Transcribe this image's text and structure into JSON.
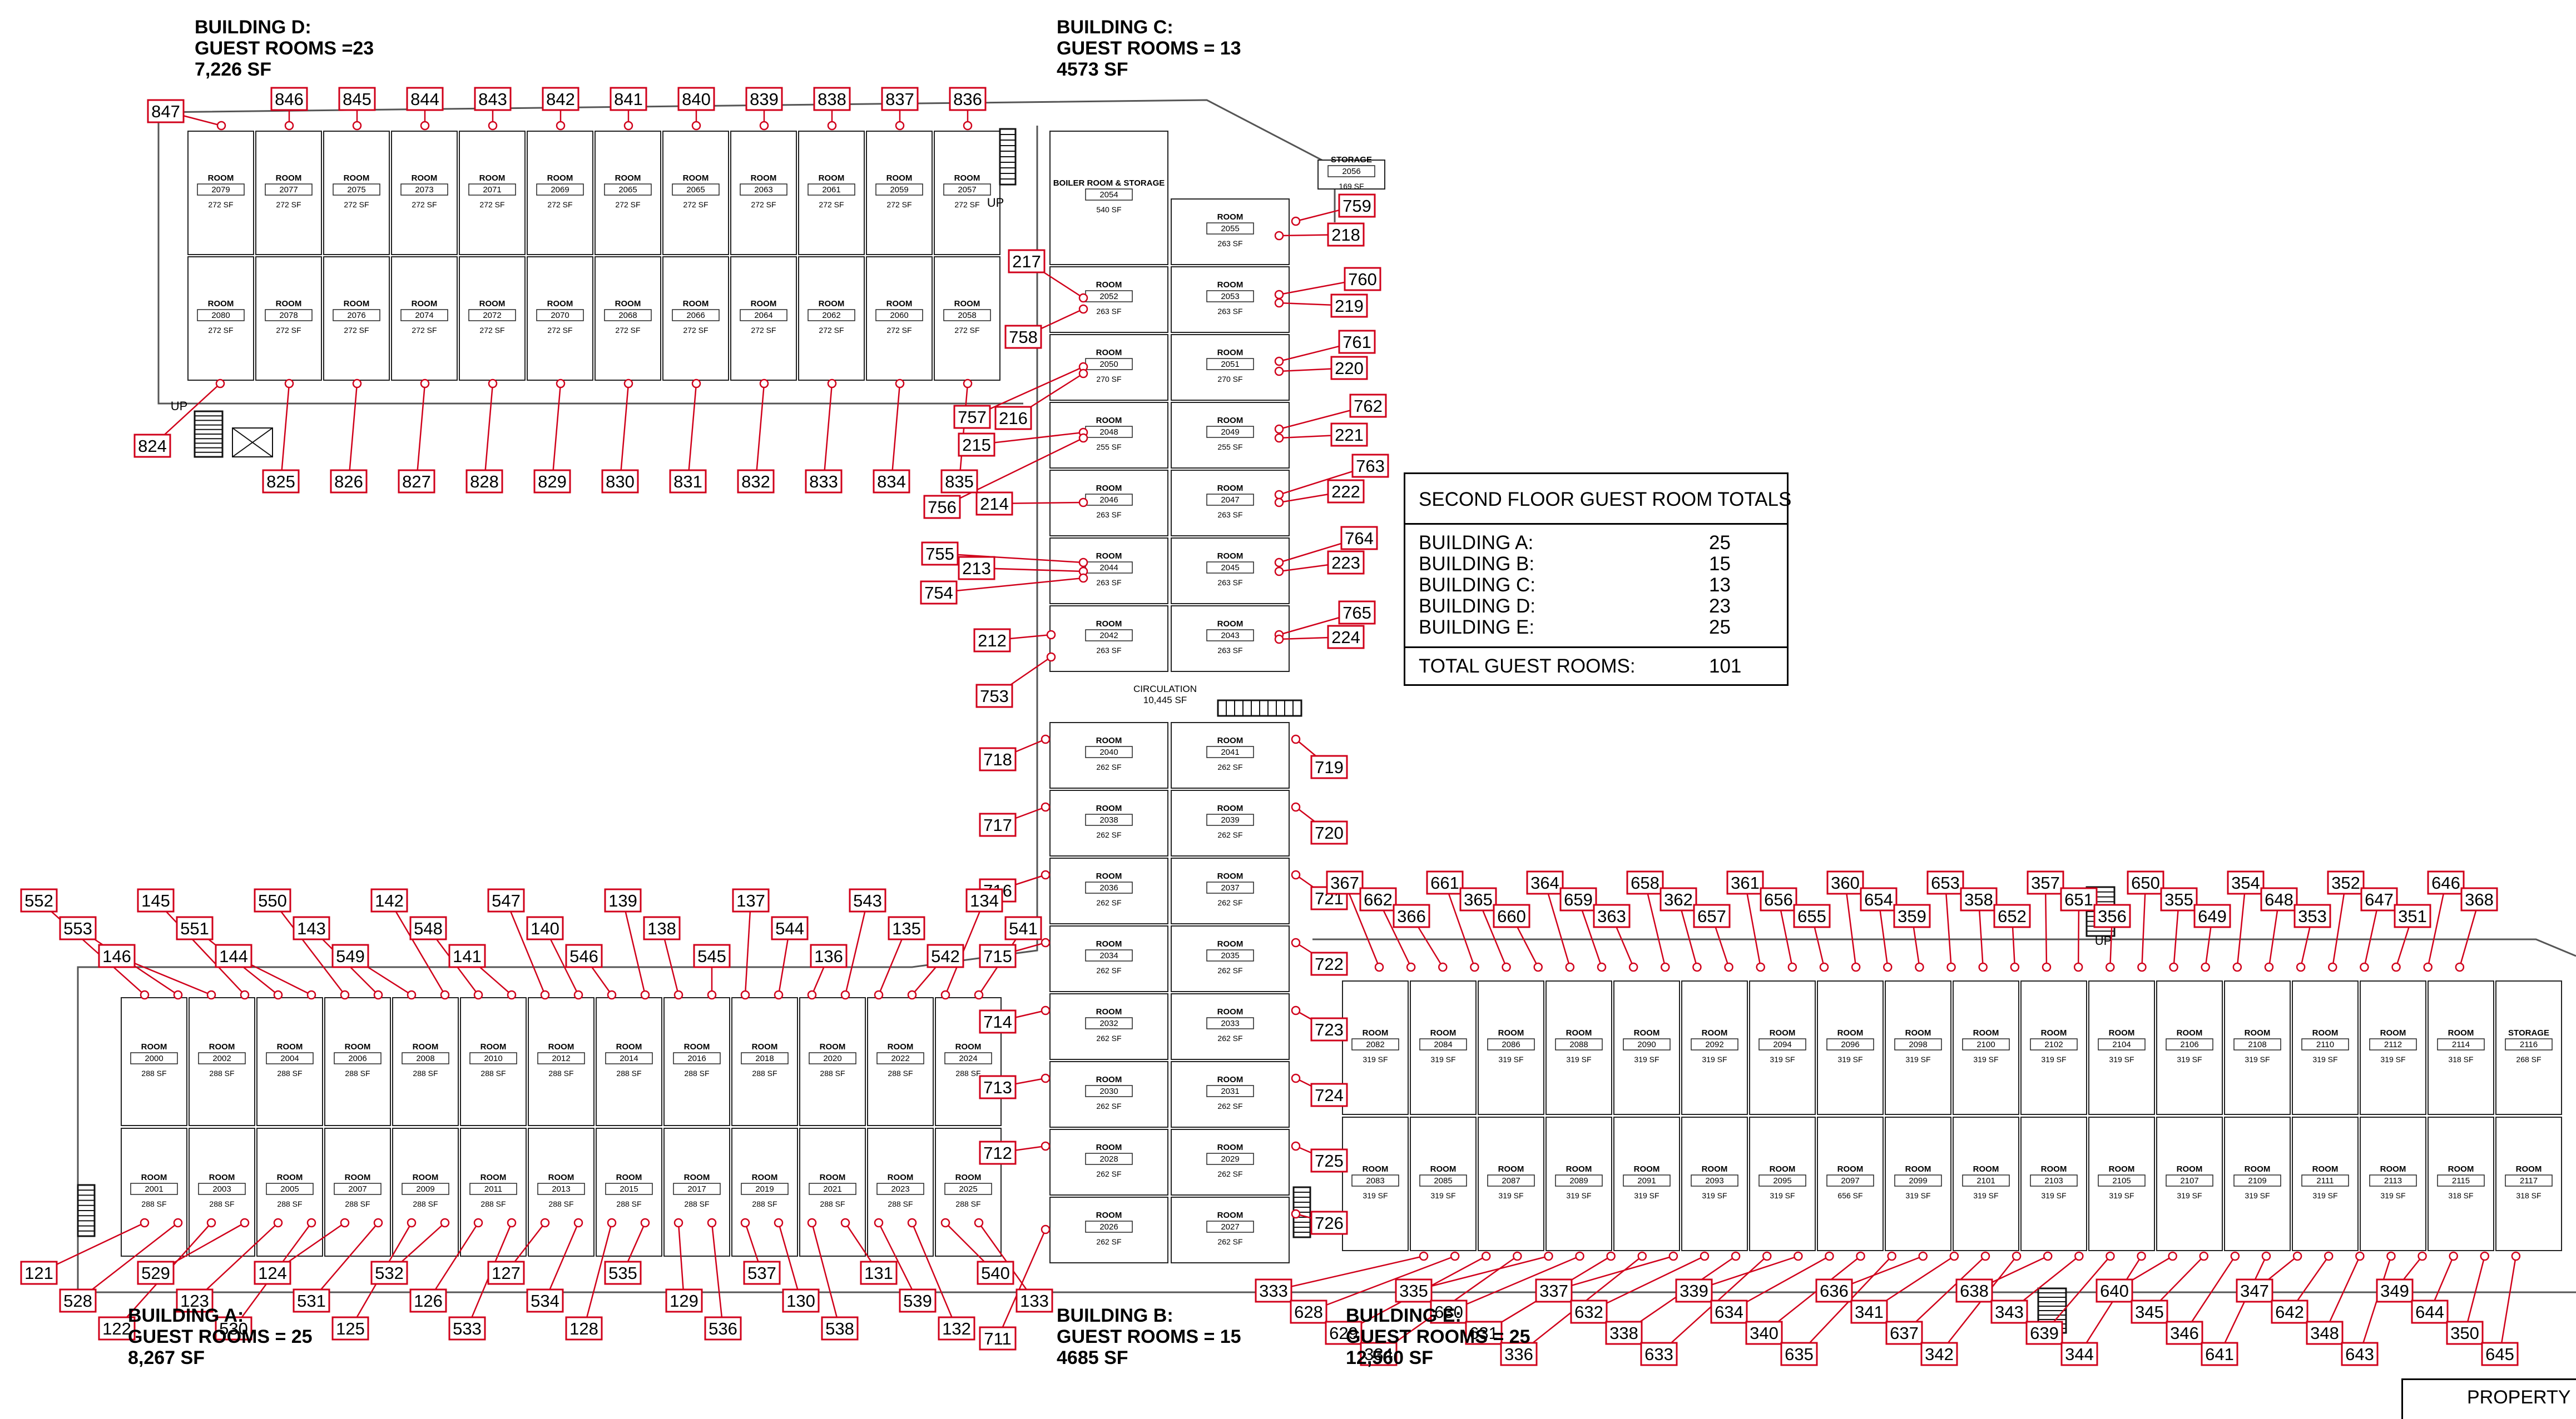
{
  "buildings": {
    "d": {
      "line1": "BUILDING D:",
      "line2": "GUEST ROOMS =23",
      "line3": "7,226 SF"
    },
    "c": {
      "line1": "BUILDING C:",
      "line2": "GUEST ROOMS = 13",
      "line3": "4573 SF"
    },
    "a": {
      "line1": "BUILDING A:",
      "line2": "GUEST ROOMS = 25",
      "line3": "8,267 SF"
    },
    "b": {
      "line1": "BUILDING B:",
      "line2": "GUEST ROOMS = 15",
      "line3": "4685 SF"
    },
    "e": {
      "line1": "BUILDING E:",
      "line2": "GUEST ROOMS = 25",
      "line3": "12,560 SF"
    }
  },
  "totals": {
    "title": "SECOND FLOOR GUEST ROOM TOTALS",
    "rows": [
      {
        "label": "BUILDING A:",
        "value": "25"
      },
      {
        "label": "BUILDING B:",
        "value": "15"
      },
      {
        "label": "BUILDING C:",
        "value": "13"
      },
      {
        "label": "BUILDING D:",
        "value": "23"
      },
      {
        "label": "BUILDING E:",
        "value": "25"
      }
    ],
    "total_label": "TOTAL GUEST ROOMS:",
    "total_value": "101"
  },
  "property_label": "PROPERTY C",
  "circulation": {
    "name": "CIRCULATION",
    "area": "10,445 SF"
  },
  "room_word": "ROOM",
  "rooms": {
    "d_top": [
      [
        "2079",
        "272 SF"
      ],
      [
        "2077",
        "272 SF"
      ],
      [
        "2075",
        "272 SF"
      ],
      [
        "2073",
        "272 SF"
      ],
      [
        "2071",
        "272 SF"
      ],
      [
        "2069",
        "272 SF"
      ],
      [
        "2065",
        "272 SF"
      ],
      [
        "2065",
        "272 SF"
      ],
      [
        "2063",
        "272 SF"
      ],
      [
        "2061",
        "272 SF"
      ],
      [
        "2059",
        "272 SF"
      ],
      [
        "2057",
        "272 SF"
      ]
    ],
    "d_bot": [
      [
        "2080",
        "272 SF"
      ],
      [
        "2078",
        "272 SF"
      ],
      [
        "2076",
        "272 SF"
      ],
      [
        "2074",
        "272 SF"
      ],
      [
        "2072",
        "272 SF"
      ],
      [
        "2070",
        "272 SF"
      ],
      [
        "2068",
        "272 SF"
      ],
      [
        "2066",
        "272 SF"
      ],
      [
        "2064",
        "272 SF"
      ],
      [
        "2062",
        "272 SF"
      ],
      [
        "2060",
        "272 SF"
      ],
      [
        "2058",
        "272 SF"
      ]
    ],
    "c_left": [
      [
        "BOILER ROOM & STORAGE",
        "2054",
        "540 SF"
      ],
      [
        "ROOM",
        "2052",
        "263 SF"
      ],
      [
        "ROOM",
        "2050",
        "270 SF"
      ],
      [
        "ROOM",
        "2048",
        "255 SF"
      ],
      [
        "ROOM",
        "2046",
        "263 SF"
      ],
      [
        "ROOM",
        "2044",
        "263 SF"
      ],
      [
        "ROOM",
        "2042",
        "263 SF"
      ]
    ],
    "c_right": [
      [
        "STORAGE",
        "2056",
        "169 SF"
      ],
      [
        "ROOM",
        "2055",
        "263 SF"
      ],
      [
        "ROOM",
        "2053",
        "263 SF"
      ],
      [
        "ROOM",
        "2051",
        "270 SF"
      ],
      [
        "ROOM",
        "2049",
        "255 SF"
      ],
      [
        "ROOM",
        "2047",
        "263 SF"
      ],
      [
        "ROOM",
        "2045",
        "263 SF"
      ],
      [
        "ROOM",
        "2043",
        "263 SF"
      ]
    ],
    "b_left": [
      [
        "2040",
        "262 SF"
      ],
      [
        "2038",
        "262 SF"
      ],
      [
        "2036",
        "262 SF"
      ],
      [
        "2034",
        "262 SF"
      ],
      [
        "2032",
        "262 SF"
      ],
      [
        "2030",
        "262 SF"
      ],
      [
        "2028",
        "262 SF"
      ],
      [
        "2026",
        "262 SF"
      ]
    ],
    "b_right": [
      [
        "2041",
        "262 SF"
      ],
      [
        "2039",
        "262 SF"
      ],
      [
        "2037",
        "262 SF"
      ],
      [
        "2035",
        "262 SF"
      ],
      [
        "2033",
        "262 SF"
      ],
      [
        "2031",
        "262 SF"
      ],
      [
        "2029",
        "262 SF"
      ],
      [
        "2027",
        "262 SF"
      ]
    ],
    "a_top": [
      [
        "2000",
        "288 SF"
      ],
      [
        "2002",
        "288 SF"
      ],
      [
        "2004",
        "288 SF"
      ],
      [
        "2006",
        "288 SF"
      ],
      [
        "2008",
        "288 SF"
      ],
      [
        "2010",
        "288 SF"
      ],
      [
        "2012",
        "288 SF"
      ],
      [
        "2014",
        "288 SF"
      ],
      [
        "2016",
        "288 SF"
      ],
      [
        "2018",
        "288 SF"
      ],
      [
        "2020",
        "288 SF"
      ],
      [
        "2022",
        "288 SF"
      ],
      [
        "2024",
        "288 SF"
      ]
    ],
    "a_bot": [
      [
        "2001",
        "288 SF"
      ],
      [
        "2003",
        "288 SF"
      ],
      [
        "2005",
        "288 SF"
      ],
      [
        "2007",
        "288 SF"
      ],
      [
        "2009",
        "288 SF"
      ],
      [
        "2011",
        "288 SF"
      ],
      [
        "2013",
        "288 SF"
      ],
      [
        "2015",
        "288 SF"
      ],
      [
        "2017",
        "288 SF"
      ],
      [
        "2019",
        "288 SF"
      ],
      [
        "2021",
        "288 SF"
      ],
      [
        "2023",
        "288 SF"
      ],
      [
        "2025",
        "288 SF"
      ]
    ],
    "e_top": [
      [
        "ROOM",
        "2082",
        "319 SF"
      ],
      [
        "ROOM",
        "2084",
        "319 SF"
      ],
      [
        "ROOM",
        "2086",
        "319 SF"
      ],
      [
        "ROOM",
        "2088",
        "319 SF"
      ],
      [
        "ROOM",
        "2090",
        "319 SF"
      ],
      [
        "ROOM",
        "2092",
        "319 SF"
      ],
      [
        "ROOM",
        "2094",
        "319 SF"
      ],
      [
        "ROOM",
        "2096",
        "319 SF"
      ],
      [
        "ROOM",
        "2098",
        "319 SF"
      ],
      [
        "ROOM",
        "2100",
        "319 SF"
      ],
      [
        "ROOM",
        "2102",
        "319 SF"
      ],
      [
        "ROOM",
        "2104",
        "319 SF"
      ],
      [
        "ROOM",
        "2106",
        "319 SF"
      ],
      [
        "ROOM",
        "2108",
        "319 SF"
      ],
      [
        "ROOM",
        "2110",
        "319 SF"
      ],
      [
        "ROOM",
        "2112",
        "319 SF"
      ],
      [
        "ROOM",
        "2114",
        "318 SF"
      ],
      [
        "STORAGE",
        "2116",
        "268 SF"
      ]
    ],
    "e_bot": [
      [
        "ROOM",
        "2083",
        "319 SF"
      ],
      [
        "ROOM",
        "2085",
        "319 SF"
      ],
      [
        "ROOM",
        "2087",
        "319 SF"
      ],
      [
        "ROOM",
        "2089",
        "319 SF"
      ],
      [
        "ROOM",
        "2091",
        "319 SF"
      ],
      [
        "ROOM",
        "2093",
        "319 SF"
      ],
      [
        "ROOM",
        "2095",
        "319 SF"
      ],
      [
        "ROOM",
        "2097",
        "656 SF"
      ],
      [
        "ROOM",
        "2099",
        "319 SF"
      ],
      [
        "ROOM",
        "2101",
        "319 SF"
      ],
      [
        "ROOM",
        "2103",
        "319 SF"
      ],
      [
        "ROOM",
        "2105",
        "319 SF"
      ],
      [
        "ROOM",
        "2107",
        "319 SF"
      ],
      [
        "ROOM",
        "2109",
        "319 SF"
      ],
      [
        "ROOM",
        "2111",
        "319 SF"
      ],
      [
        "ROOM",
        "2113",
        "319 SF"
      ],
      [
        "ROOM",
        "2115",
        "318 SF"
      ],
      [
        "ROOM",
        "2117",
        "318 SF"
      ]
    ]
  },
  "tags": {
    "d_top": [
      "847",
      "846",
      "845",
      "844",
      "843",
      "842",
      "841",
      "840",
      "839",
      "838",
      "837",
      "836"
    ],
    "d_bot": [
      "824",
      "825",
      "826",
      "827",
      "828",
      "829",
      "830",
      "831",
      "832",
      "833",
      "834",
      "835"
    ],
    "c_left": [
      "217",
      "758",
      "757",
      "216",
      "215",
      "756",
      "214",
      "755",
      "213",
      "754",
      "212",
      "753"
    ],
    "c_right": [
      "759",
      "218",
      "760",
      "219",
      "761",
      "220",
      "762",
      "221",
      "763",
      "222",
      "764",
      "223",
      "765",
      "224"
    ],
    "b_left": [
      "718",
      "717",
      "716",
      "715",
      "714",
      "713",
      "712",
      "711"
    ],
    "b_right": [
      "719",
      "720",
      "721",
      "722",
      "723",
      "724",
      "725",
      "726"
    ],
    "a_top": [
      "552",
      "553",
      "146",
      "145",
      "551",
      "144",
      "550",
      "143",
      "549",
      "142",
      "548",
      "141",
      "547",
      "140",
      "546",
      "139",
      "138",
      "545",
      "137",
      "544",
      "136",
      "543",
      "135",
      "542",
      "134",
      "541"
    ],
    "a_bot": [
      "121",
      "528",
      "122",
      "529",
      "123",
      "530",
      "124",
      "531",
      "125",
      "532",
      "126",
      "533",
      "127",
      "534",
      "128",
      "535",
      "129",
      "536",
      "537",
      "130",
      "538",
      "131",
      "539",
      "132",
      "540",
      "133"
    ],
    "e_top": [
      "367",
      "662",
      "366",
      "661",
      "365",
      "660",
      "364",
      "659",
      "363",
      "658",
      "362",
      "657",
      "361",
      "656",
      "655",
      "360",
      "654",
      "359",
      "653",
      "358",
      "652",
      "357",
      "651",
      "356",
      "650",
      "355",
      "649",
      "354",
      "648",
      "353",
      "352",
      "647",
      "351",
      "646",
      "368"
    ],
    "e_bot": [
      "333",
      "628",
      "629",
      "334",
      "335",
      "630",
      "631",
      "336",
      "337",
      "632",
      "338",
      "633",
      "339",
      "634",
      "340",
      "635",
      "636",
      "341",
      "637",
      "342",
      "638",
      "343",
      "639",
      "344",
      "640",
      "345",
      "346",
      "641",
      "347",
      "642",
      "348",
      "643",
      "349",
      "644",
      "350",
      "645"
    ]
  },
  "stair_labels": [
    "UP",
    "UP",
    "UP"
  ]
}
